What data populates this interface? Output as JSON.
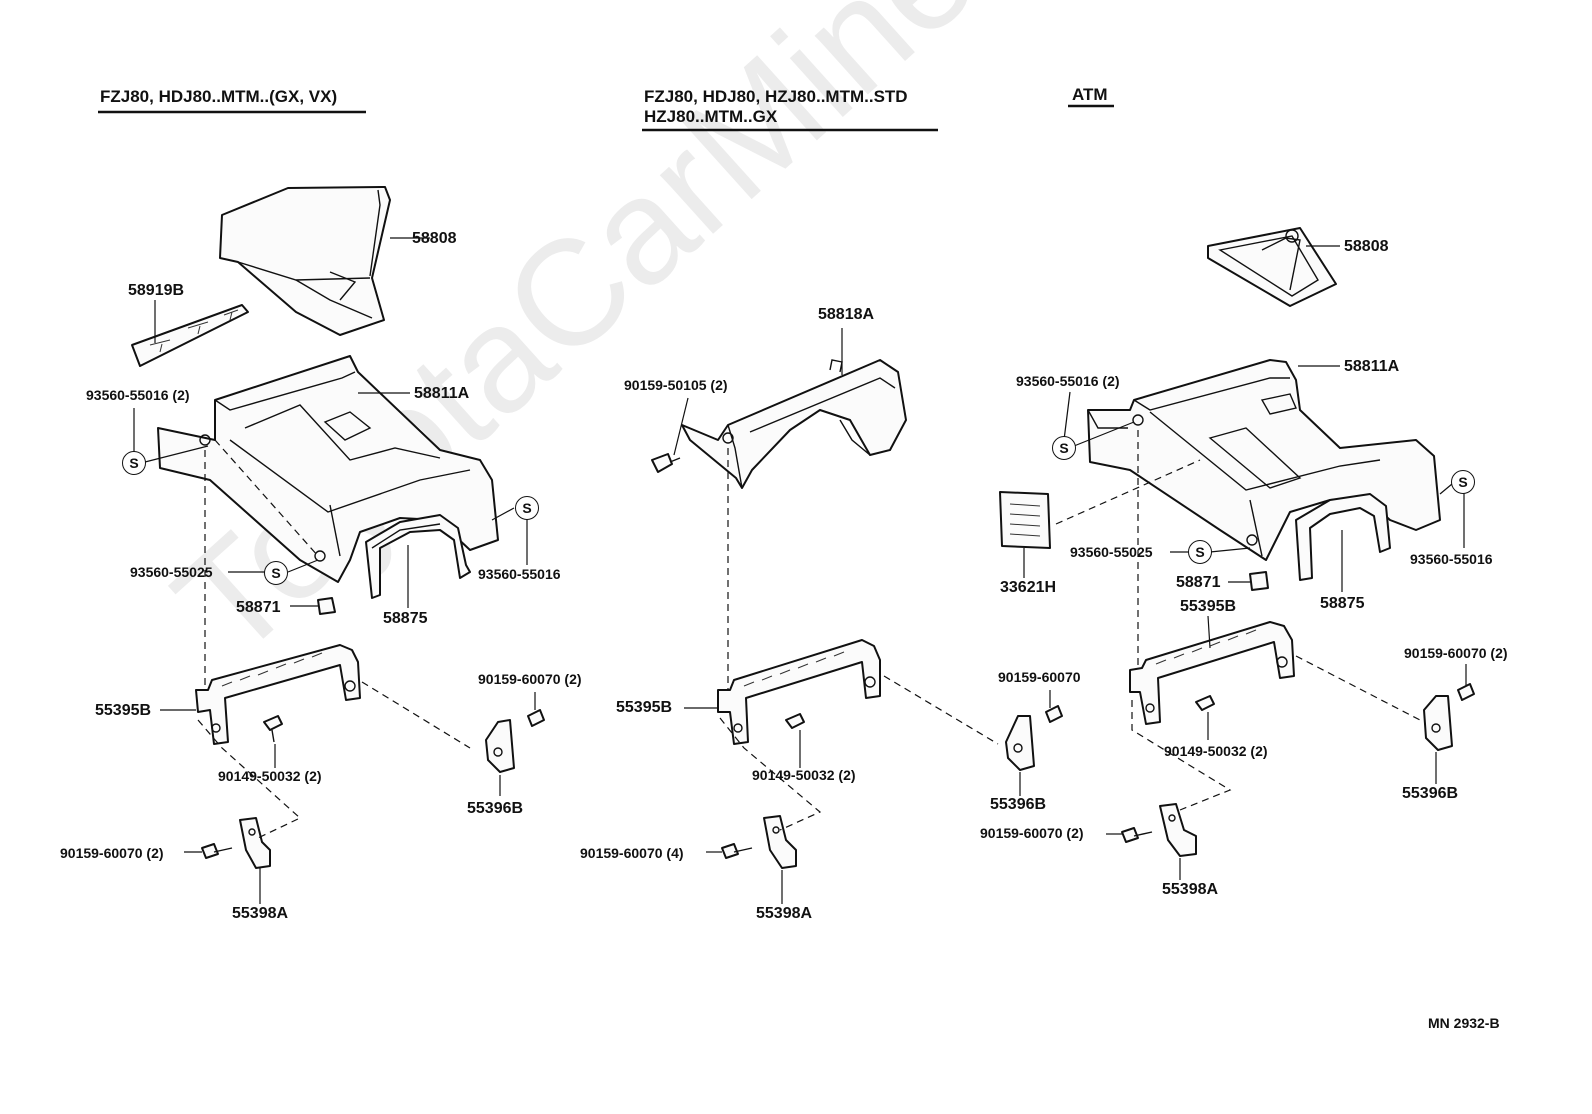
{
  "watermark": "ToyotaCarMine.ru",
  "footer_code": "MN  2932-B",
  "sections": {
    "left": {
      "heading": "FZJ80, HDJ80..MTM..(GX, VX)"
    },
    "middle": {
      "heading_line1": "FZJ80, HDJ80, HZJ80..MTM..STD",
      "heading_line2": "HZJ80..MTM..GX"
    },
    "right": {
      "heading": "ATM"
    }
  },
  "symbol_letter": "S",
  "labels": {
    "l_58808": "58808",
    "l_58919b": "58919B",
    "l_58811a": "58811A",
    "l_93560_55016_2": "93560-55016 (2)",
    "l_93560_55016": "93560-55016",
    "l_93560_55025": "93560-55025",
    "l_58871": "58871",
    "l_58875": "58875",
    "l_55395b": "55395B",
    "l_90159_60070_2a": "90159-60070 (2)",
    "l_55396b": "55396B",
    "l_90149_50032_2": "90149-50032 (2)",
    "l_90159_60070_2b": "90159-60070 (2)",
    "l_55398a": "55398A",
    "m_58818a": "58818A",
    "m_90159_50105_2": "90159-50105 (2)",
    "m_55395b": "55395B",
    "m_90149_50032_2": "90149-50032 (2)",
    "m_90159_60070": "90159-60070",
    "m_55396b": "55396B",
    "m_90159_60070_4": "90159-60070 (4)",
    "m_55398a": "55398A",
    "r_58808": "58808",
    "r_58811a": "58811A",
    "r_93560_55016_2": "93560-55016 (2)",
    "r_93560_55016": "93560-55016",
    "r_93560_55025": "93560-55025",
    "r_33621h": "33621H",
    "r_58871": "58871",
    "r_58875": "58875",
    "r_55395b": "55395B",
    "r_90159_60070_2a": "90159-60070 (2)",
    "r_90149_50032_2": "90149-50032 (2)",
    "r_55396b": "55396B",
    "r_90159_60070_2b": "90159-60070 (2)",
    "r_55398a": "55398A"
  }
}
